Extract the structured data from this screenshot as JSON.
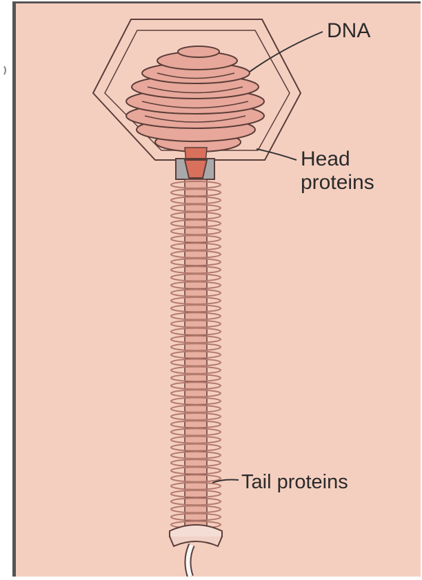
{
  "labels": {
    "dna": "DNA",
    "head_proteins_line1": "Head",
    "head_proteins_line2": "proteins",
    "tail_proteins": "Tail proteins"
  },
  "colors": {
    "background": "#f4cfc0",
    "frame": "#555555",
    "outline": "#5a3d38",
    "dna_coil": "#e7a79a",
    "dna_core": "#d9705c",
    "tail_spring": "#b47a6f",
    "tail_core": "#e8aea0",
    "collar": "#a9a9ab",
    "fiber": "#f7f7f7"
  }
}
